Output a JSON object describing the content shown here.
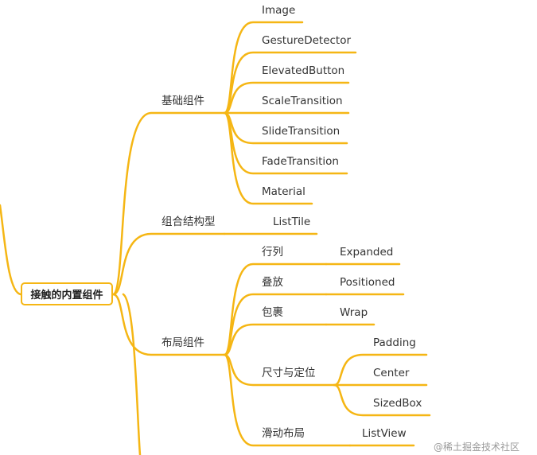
{
  "colors": {
    "branch": "#f5b614",
    "text": "#333333"
  },
  "root": "接触的内置组件",
  "groups": {
    "basic": {
      "label": "基础组件",
      "children": [
        "Image",
        "GestureDetector",
        "ElevatedButton",
        "ScaleTransition",
        "SlideTransition",
        "FadeTransition",
        "Material"
      ]
    },
    "composite": {
      "label": "组合结构型",
      "children": [
        "ListTile"
      ]
    },
    "layout": {
      "label": "布局组件",
      "subgroups": [
        {
          "label": "行列",
          "children": [
            "Expanded"
          ]
        },
        {
          "label": "叠放",
          "children": [
            "Positioned"
          ]
        },
        {
          "label": "包裹",
          "children": [
            "Wrap"
          ]
        },
        {
          "label": "尺寸与定位",
          "children": [
            "Padding",
            "Center",
            "SizedBox"
          ]
        },
        {
          "label": "滑动布局",
          "children": [
            "ListView"
          ]
        }
      ]
    }
  },
  "watermark": "@稀土掘金技术社区"
}
